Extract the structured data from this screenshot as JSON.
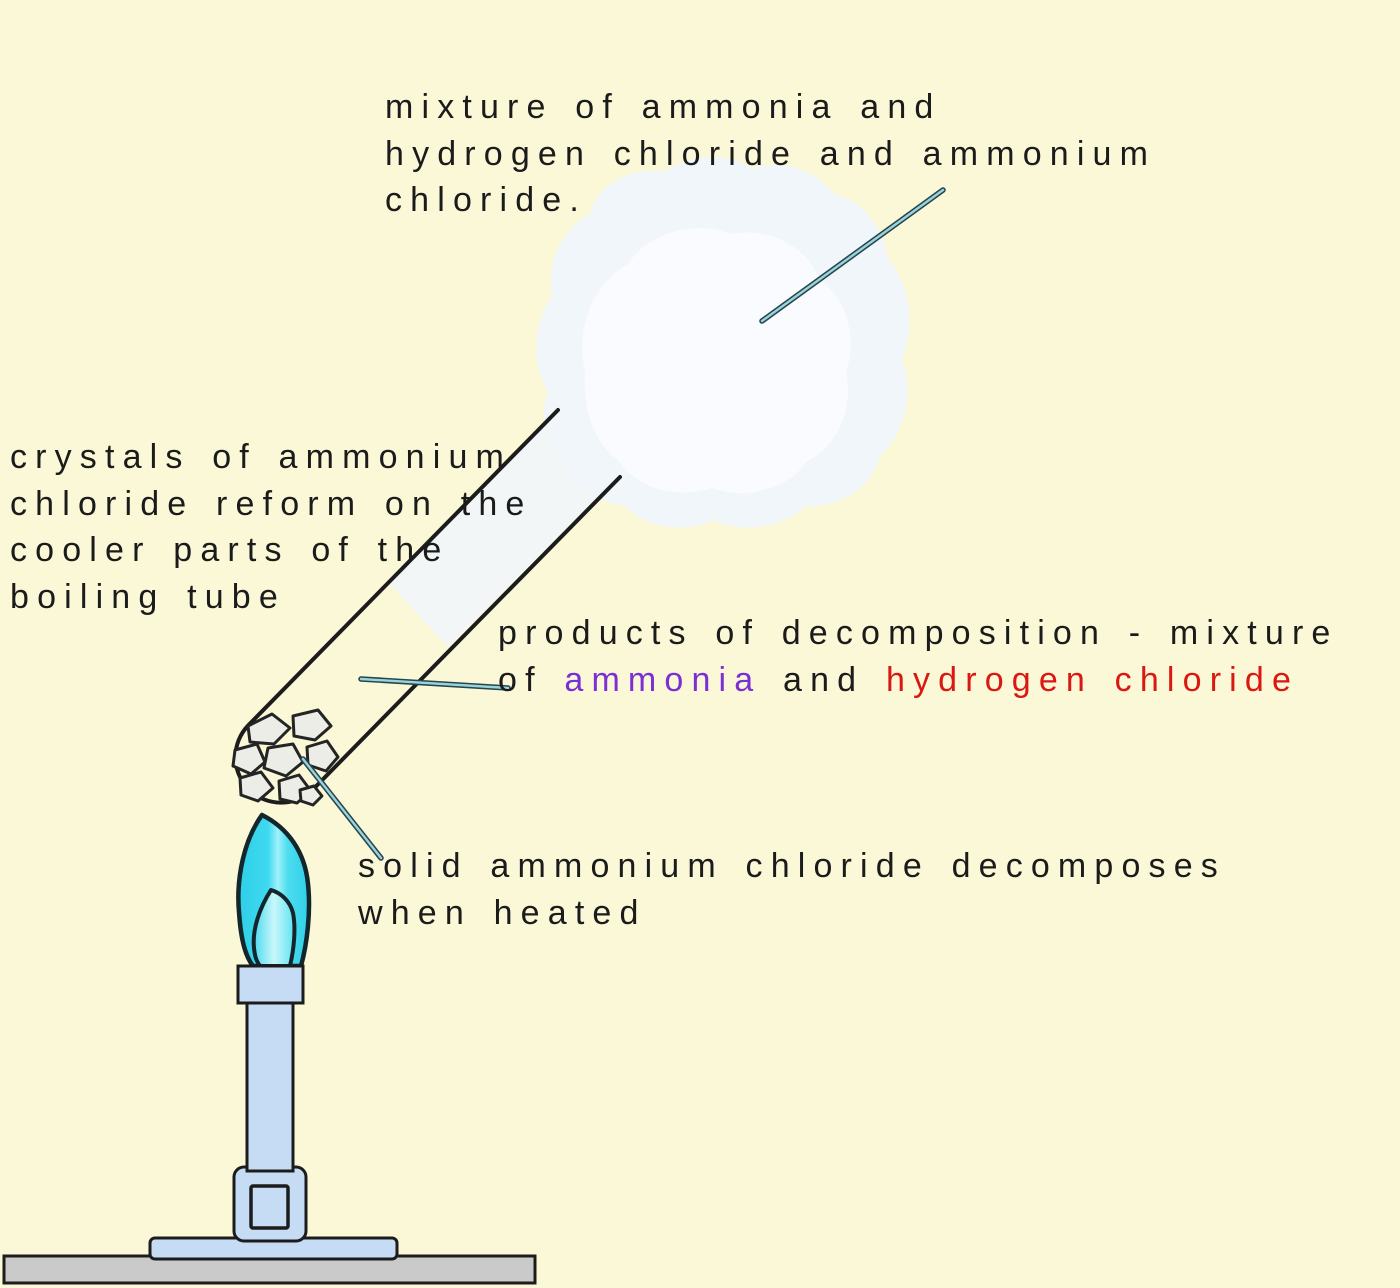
{
  "labels": {
    "mixture": {
      "lines": [
        "mixture of ammonia and",
        "hydrogen chloride and ammonium",
        "chloride."
      ]
    },
    "crystals": {
      "lines": [
        "crystals of ammonium",
        "chloride reform on the",
        "cooler parts of the",
        "boiling tube"
      ]
    },
    "products": {
      "line1": "products of decomposition - mixture",
      "line2_prefix": "of",
      "ammonia": "ammonia",
      "conjunction": "and",
      "hydrogen_chloride": "hydrogen chloride"
    },
    "solid": {
      "lines": [
        "solid ammonium chloride decomposes",
        "when heated"
      ]
    }
  },
  "diagram_parts": {
    "smoke_cloud": "cloud of white smoke above the boiling tube",
    "boiling_tube": "tilted boiling tube, open mouth at top right",
    "crystals": "solid ammonium chloride crystals in tube bottom",
    "bunsen_burner": "bunsen burner heating the tube",
    "flame": "blue bunsen flame with inner cone",
    "bench": "grey bench surface"
  },
  "colors": {
    "background": "#FBF8D7",
    "text": "#1B1B1B",
    "ammonia": "#7B2FD4",
    "hydrogen_chloride": "#DB1712",
    "flame_outer": "#3ED9F0",
    "flame_inner": "#C8F7FB",
    "burner_body": "#C5DCF4",
    "bench": "#CACACA",
    "smoke": "#F1F6FB",
    "smoke_highlight": "#FAFCFE",
    "tube_outline": "#1C1C1C",
    "crystal_fill": "#EDEDE7",
    "pointer_core": "#9AD4DB",
    "pointer_edge": "#27454D"
  }
}
